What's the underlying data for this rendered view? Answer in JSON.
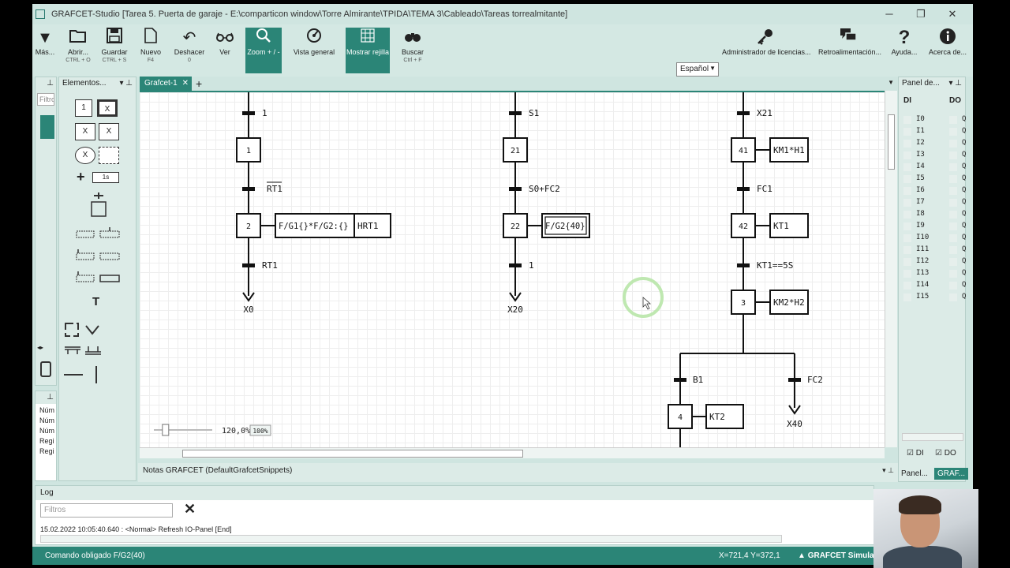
{
  "window": {
    "title": "GRAFCET-Studio [Tarea 5. Puerta de garaje - E:\\comparticon window\\Torre Almirante\\TPIDA\\TEMA 3\\Cableado\\Tareas torrealmitante]",
    "min": "─",
    "max": "❐",
    "close": "✕"
  },
  "ribbon": {
    "mas": "Más...",
    "abrir": "Abrir...",
    "abrir_sc": "CTRL + O",
    "guardar": "Guardar",
    "guardar_sc": "CTRL + S",
    "nuevo": "Nuevo",
    "nuevo_sc": "F4",
    "deshacer": "Deshacer",
    "deshacer_sc": "0",
    "ver": "Ver",
    "zoom": "Zoom + / -",
    "vista": "Vista general",
    "rejilla": "Mostrar rejilla",
    "buscar": "Buscar",
    "buscar_sc": "Ctrl + F",
    "idioma": "Español",
    "licencias": "Administrador de licencias...",
    "retro": "Retroalimentación...",
    "ayuda": "Ayuda...",
    "acerca": "Acerca de..."
  },
  "left": {
    "filter": "Filtro",
    "elements_title": "Elementos...",
    "step_label": "1",
    "timer_label": "1s",
    "props": [
      "Núm",
      "Núm",
      "Núm",
      "Regi",
      "Regi"
    ]
  },
  "tabs": {
    "active": "Grafcet-1",
    "close": "✕",
    "add": "+"
  },
  "grafcet": {
    "col1": {
      "t1": "1",
      "s1": "1",
      "t2": "RT1",
      "s2": "2",
      "a2a": "F/G1{}*F/G2:{}",
      "a2b": "HRT1",
      "t3": "RT1",
      "jump": "X0"
    },
    "col2": {
      "t1": "S1",
      "s1": "21",
      "t2": "S0+FC2",
      "s2": "22",
      "a2": "F/G2{40}",
      "t3": "1",
      "jump": "X20"
    },
    "col3": {
      "t1": "X21",
      "s1": "41",
      "a1": "KM1*H1",
      "t2": "FC1",
      "s2": "42",
      "a2": "KT1",
      "t3": "KT1==5S",
      "s3": "3",
      "a3": "KM2*H2",
      "tb1": "B1",
      "tb2": "FC2",
      "s4": "4",
      "a4": "KT2",
      "jump2": "X40"
    }
  },
  "zoom": {
    "value": "120,0%",
    "reset": "100%",
    "slider_fraction": 0.2
  },
  "notes": "Notas GRAFCET (DefaultGrafcetSnippets)",
  "right": {
    "title": "Panel de...",
    "di": "DI",
    "do": "DO",
    "inputs": [
      "I0",
      "I1",
      "I2",
      "I3",
      "I4",
      "I5",
      "I6",
      "I7",
      "I8",
      "I9",
      "I10",
      "I11",
      "I12",
      "I13",
      "I14",
      "I15"
    ],
    "out_prefix": "Q",
    "chk_di": "DI",
    "chk_do": "DO",
    "tab1": "Panel...",
    "tab2": "GRAF..."
  },
  "log": {
    "title": "Log",
    "filter": "Filtros",
    "clear": "✕",
    "line": "15.02.2022 10:05:40.640 : <Normal> Refresh IO-Panel [End]"
  },
  "status": {
    "command": "Comando obligado F/G2(40)",
    "coords": "X=721,4  Y=372,1",
    "brand": "GRAFCET Simula"
  }
}
